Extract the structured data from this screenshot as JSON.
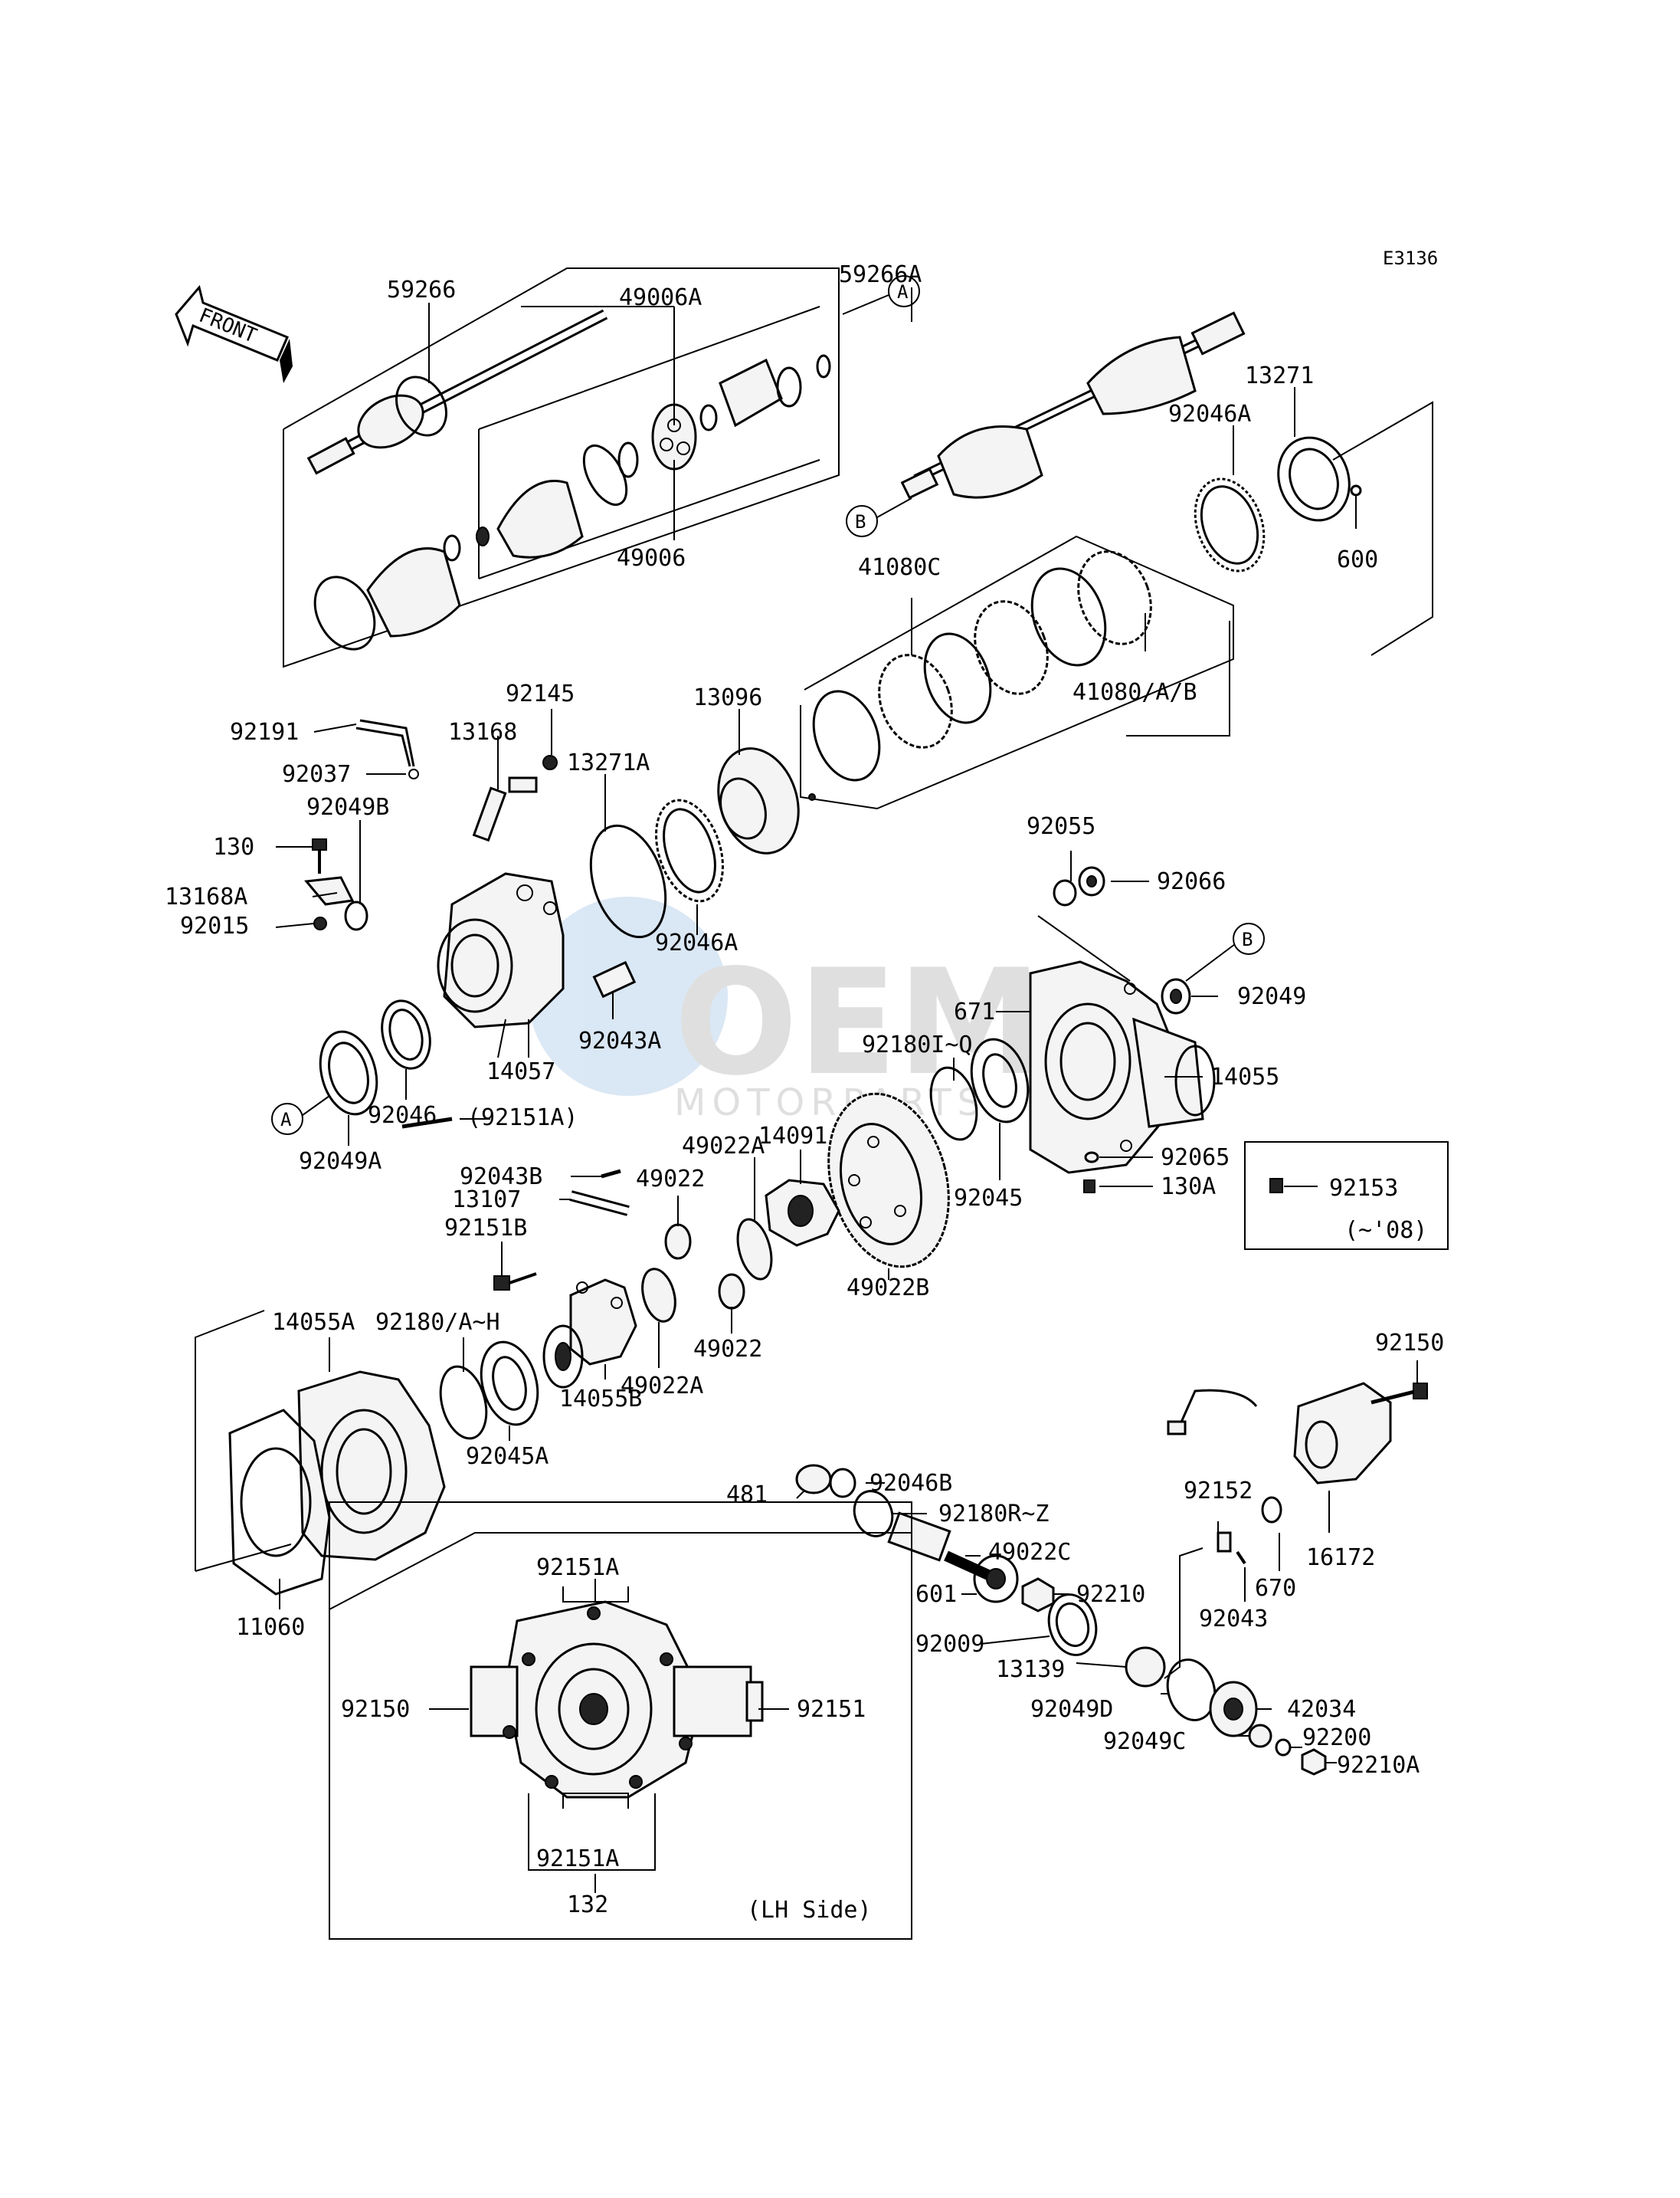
{
  "figure_code": "E3136",
  "front_label": "FRONT",
  "watermark": {
    "brand": "OEM",
    "sub": "MOTORPARTS"
  },
  "callouts": [
    "A",
    "B"
  ],
  "inset_note": {
    "part": "92153",
    "note": "(~'08)"
  },
  "lh_side_label": "(LH Side)",
  "labels": {
    "p59266": "59266",
    "p49006A": "49006A",
    "p49006": "49006",
    "p59266A": "59266A",
    "p13271": "13271",
    "p92046A_top": "92046A",
    "p600": "600",
    "p41080C": "41080C",
    "p41080AB": "41080/A/B",
    "p92145": "92145",
    "p13096": "13096",
    "p92191": "92191",
    "p13168": "13168",
    "p13271A": "13271A",
    "p92037": "92037",
    "p92049B": "92049B",
    "p130": "130",
    "p13168A": "13168A",
    "p92015": "92015",
    "p92046A_mid": "92046A",
    "p92055": "92055",
    "p92066": "92066",
    "p92049": "92049",
    "p671": "671",
    "p92180IQ": "92180I~Q",
    "p14055": "14055",
    "p92043A": "92043A",
    "p92046": "92046",
    "p14057": "14057",
    "p92049A": "92049A",
    "p92151A_paren": "(92151A)",
    "p14091": "14091",
    "p49022A_top": "49022A",
    "p92065": "92065",
    "p130A": "130A",
    "p92045": "92045",
    "p92043B": "92043B",
    "p49022_top": "49022",
    "p13107": "13107",
    "p92151B": "92151B",
    "p49022B": "49022B",
    "p14055A": "14055A",
    "p92180AH": "92180/A~H",
    "p49022_bot": "49022",
    "p49022A_bot": "49022A",
    "p14055B": "14055B",
    "p92045A": "92045A",
    "p92150_right": "92150",
    "p92046B": "92046B",
    "p481": "481",
    "p92180RZ": "92180R~Z",
    "p49022C": "49022C",
    "p92152": "92152",
    "p16172": "16172",
    "p670": "670",
    "p92043": "92043",
    "p92210": "92210",
    "p601": "601",
    "p92009": "92009",
    "p13139": "13139",
    "p92049D": "92049D",
    "p42034": "42034",
    "p92049C": "92049C",
    "p92200": "92200",
    "p92210A": "92210A",
    "p11060": "11060",
    "p92151A_box_top": "92151A",
    "p92150_box": "92150",
    "p92151_box": "92151",
    "p92151A_box_bot": "92151A",
    "p132": "132"
  }
}
